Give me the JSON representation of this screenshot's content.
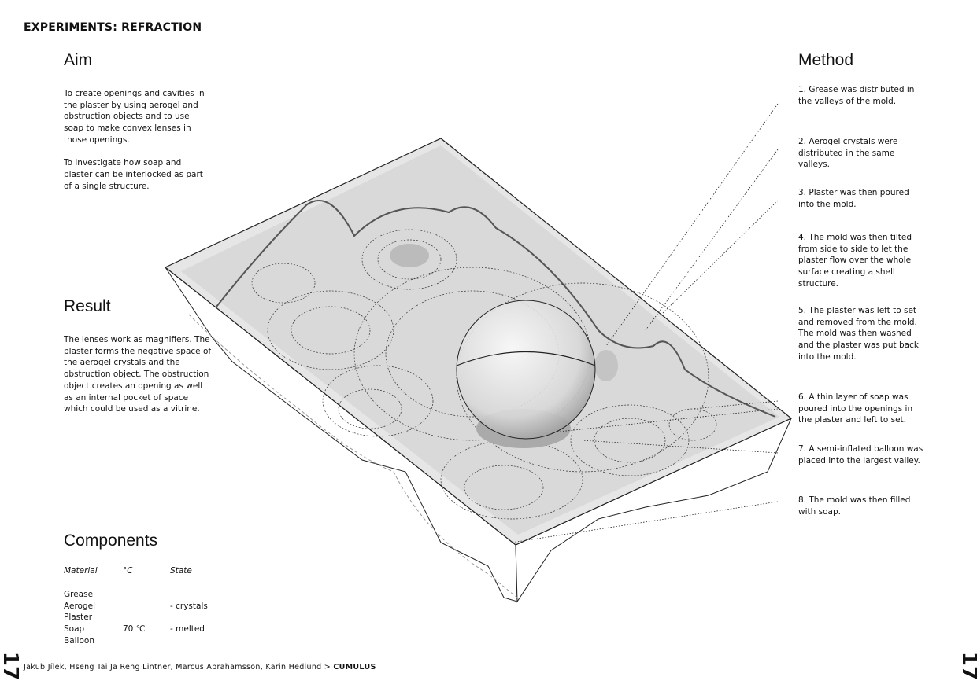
{
  "header": {
    "title": "EXPERIMENTS: REFRACTION"
  },
  "aim": {
    "heading": "Aim",
    "paragraphs": [
      "To create openings and cavities in the plaster by using aerogel and obstruction objects and to use soap to make convex lenses in those openings.",
      "To investigate how soap and plaster can be interlocked as part of a single structure."
    ]
  },
  "result": {
    "heading": "Result",
    "text": "The lenses work as magnifiers. The plaster forms the negative space of the aerogel crystals and the obstruction object. The obstruction object creates an opening as well as an internal pocket of space which could be used as a vitrine."
  },
  "components": {
    "heading": "Components",
    "columns": [
      "Material",
      "°C",
      "State"
    ],
    "rows": [
      {
        "material": "Grease",
        "temp": "",
        "state": ""
      },
      {
        "material": "Aerogel",
        "temp": "",
        "state": "- crystals"
      },
      {
        "material": "Plaster",
        "temp": "",
        "state": ""
      },
      {
        "material": "Soap",
        "temp": "70 ℃",
        "state": "- melted"
      },
      {
        "material": "Balloon",
        "temp": "",
        "state": ""
      }
    ]
  },
  "method": {
    "heading": "Method",
    "steps": [
      "1. Grease was distributed in the valleys of the mold.",
      "2. Aerogel crystals were distributed in the same valleys.",
      "3. Plaster was then poured into the mold.",
      "4. The mold was then tilted from side to side to let the plaster flow over the whole surface creating a shell structure.",
      "5. The plaster was left to set and removed from the mold. The mold was then washed and the plaster was put back into the mold.",
      "6. A thin layer of soap was poured into the openings in the plaster and left to set.",
      "7. A semi-inflated balloon was placed into the largest valley.",
      "8. The mold was then filled with soap."
    ]
  },
  "footer": {
    "authors": "Jakub Jílek, Hseng Tai Ja Reng Lintner, Marcus Abrahamsson, Karin Hedlund > ",
    "project": "CUMULUS",
    "page_number": "17"
  }
}
